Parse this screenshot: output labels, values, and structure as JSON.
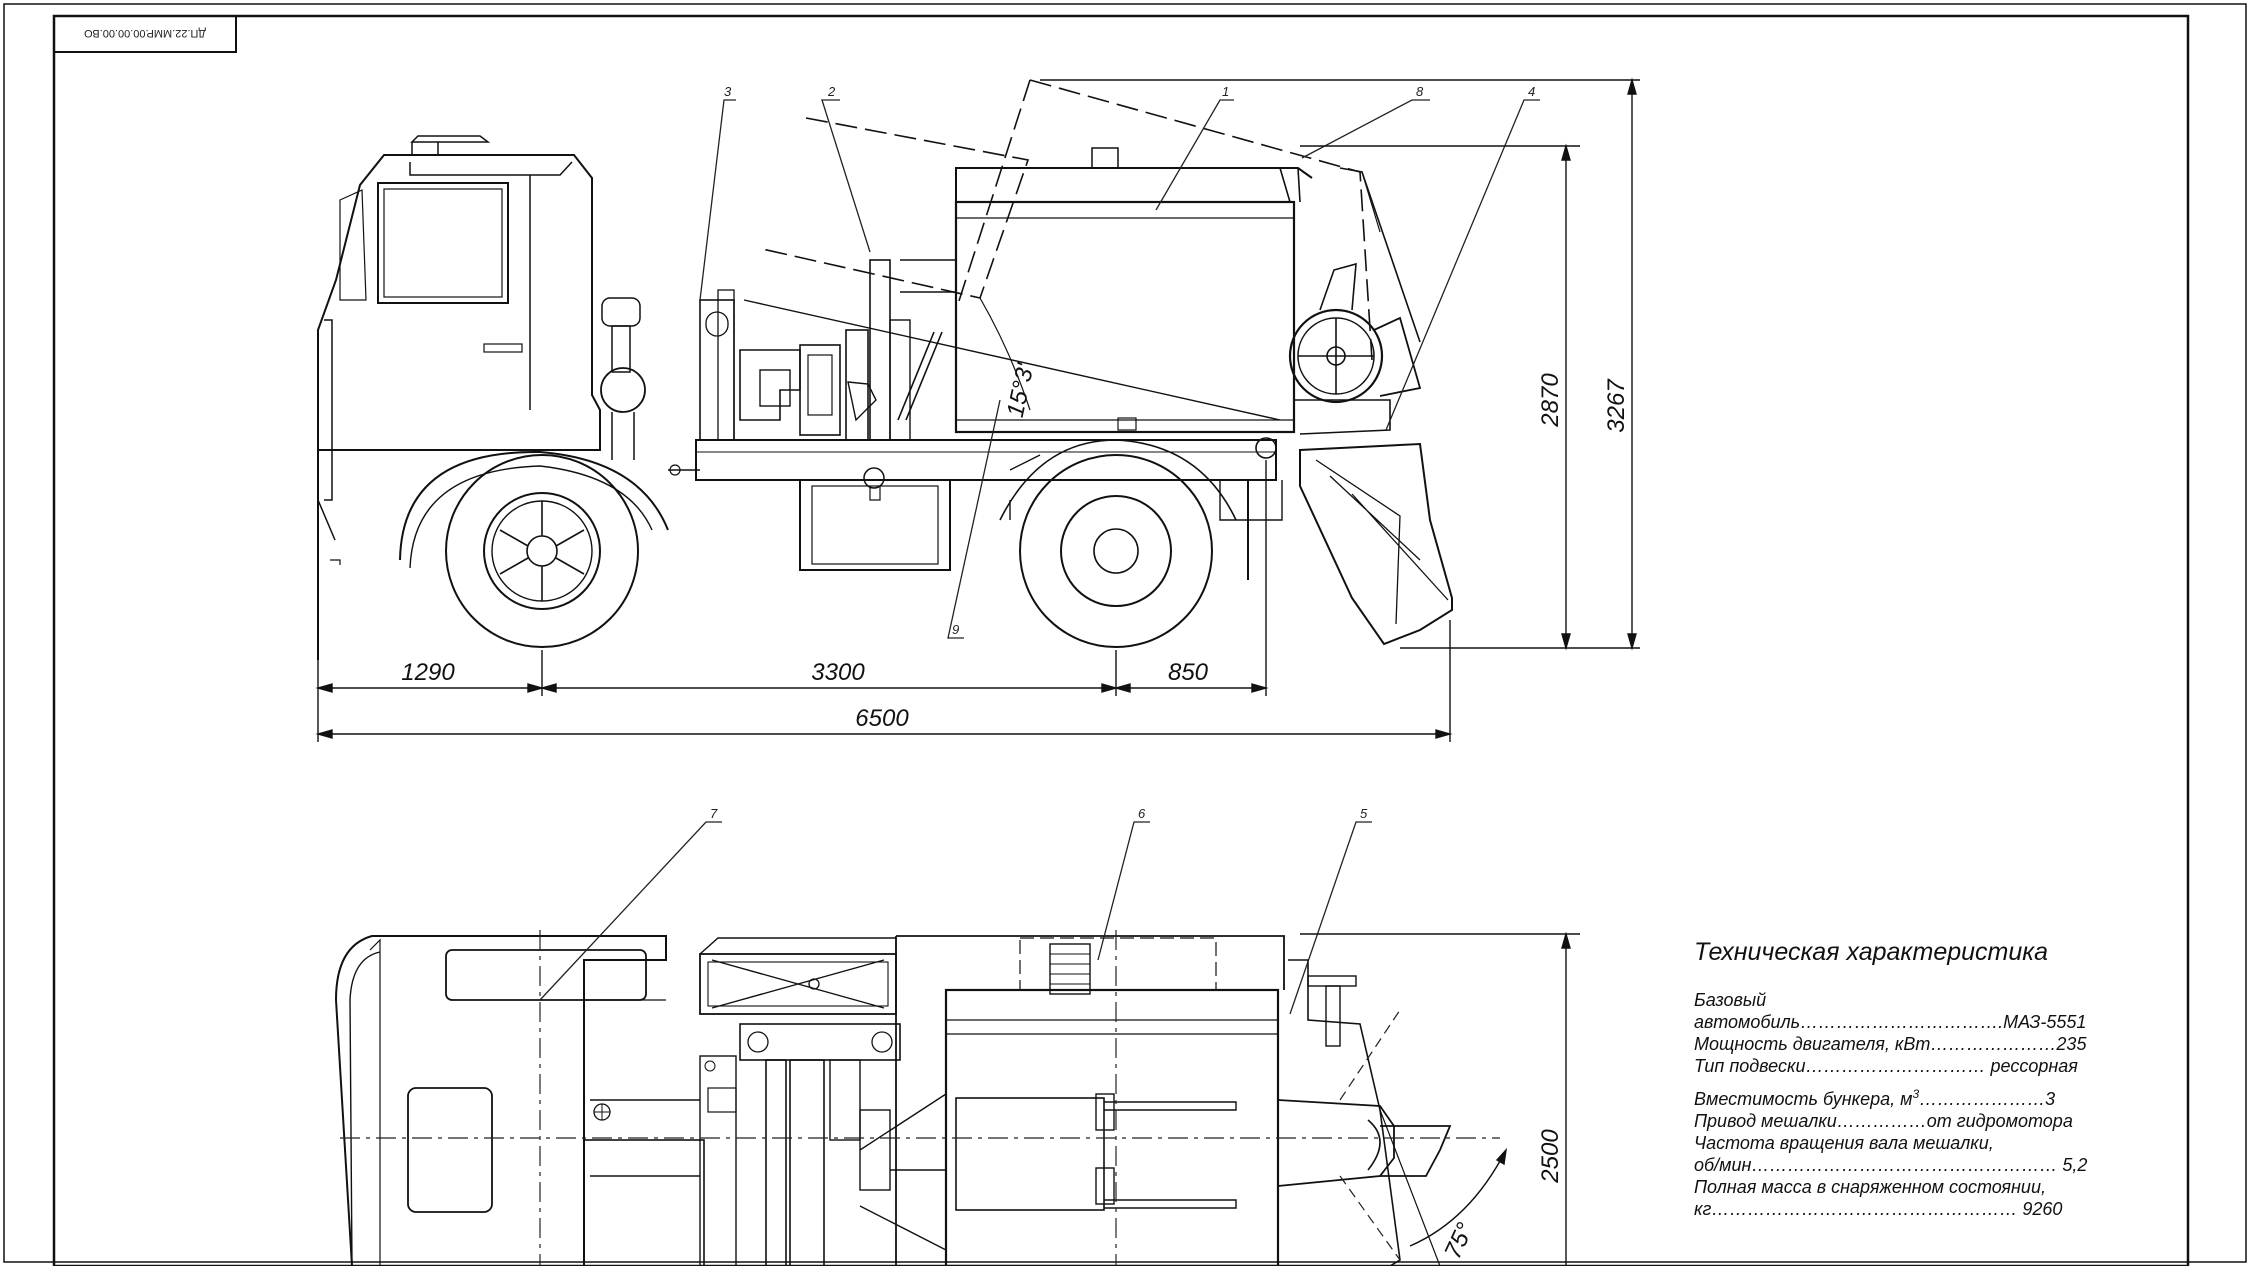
{
  "stamp": {
    "code": "ДП.22.ММР.00.00.00.ВО"
  },
  "dimensions": {
    "front_overhang": "1290",
    "wheelbase": "3300",
    "rear_overhang": "850",
    "overall_length": "6500",
    "height_body": "2870",
    "height_total": "3267",
    "width": "2500",
    "tilt_angle": "15°3'",
    "swing_angle": "75°"
  },
  "callouts": [
    "1",
    "2",
    "3",
    "4",
    "5",
    "6",
    "7",
    "8",
    "9"
  ],
  "specs": {
    "title": "Техническая характеристика",
    "base_vehicle_l1": "Базовый",
    "base_vehicle_l2": "автомобиль…………………………….МАЗ-5551",
    "engine_power": "Мощность двигателя, кВт…………………235",
    "suspension": "Тип подвески………………………… рессорная",
    "hopper_capacity_a": "Вместимость бункера, м",
    "hopper_capacity_sup": "3",
    "hopper_capacity_b": "…………………3",
    "mixer_drive": "Привод мешалки……………от гидромотора",
    "mixer_speed_l1": "Частота вращения вала мешалки,",
    "mixer_speed_l2": "об/мин…………………………………………… 5,2",
    "total_mass_l1": "Полная масса в снаряженном состоянии,",
    "total_mass_l2": "кг…………………………………………… 9260"
  },
  "colors": {
    "line": "#111111",
    "paper": "#ffffff"
  }
}
